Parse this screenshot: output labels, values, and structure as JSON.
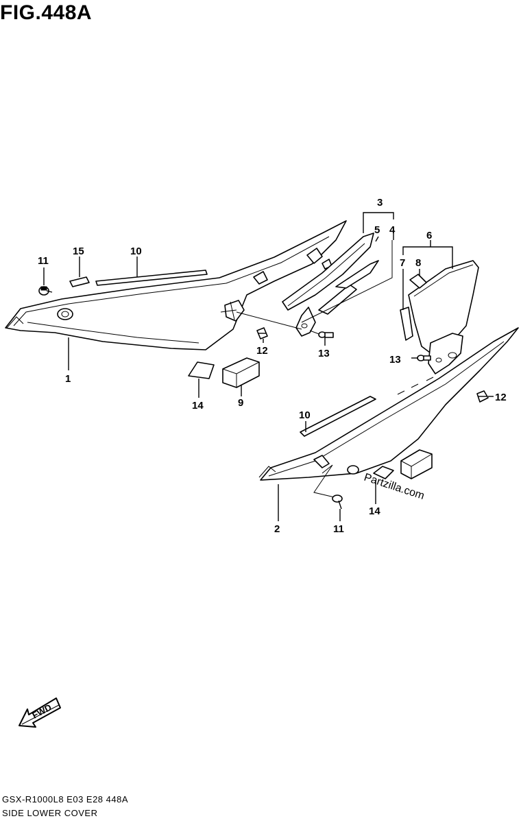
{
  "figure": {
    "title": "FIG.448A",
    "code": "GSX-R1000L8  E03  E28  448A",
    "name": "SIDE LOWER COVER"
  },
  "callouts": [
    "1",
    "2",
    "3",
    "4",
    "5",
    "6",
    "7",
    "8",
    "9",
    "10",
    "10",
    "11",
    "11",
    "12",
    "12",
    "13",
    "13",
    "14",
    "14",
    "15"
  ],
  "fwd_label": "FWD",
  "watermark": "Partzilla.com"
}
